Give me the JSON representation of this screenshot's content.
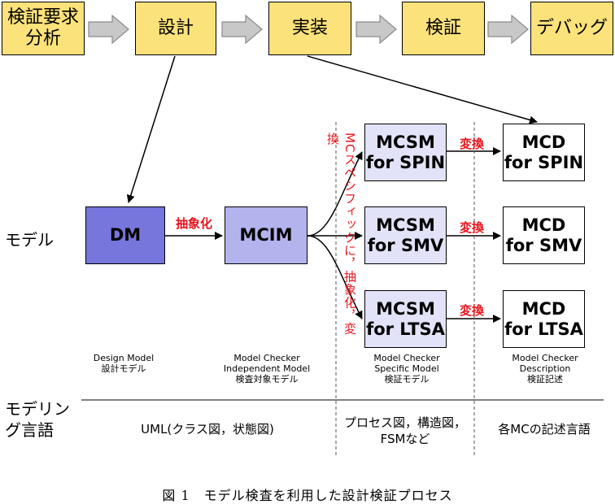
{
  "process": {
    "steps": [
      {
        "label": "検証要求\n分析"
      },
      {
        "label": "設計"
      },
      {
        "label": "実装"
      },
      {
        "label": "検証"
      },
      {
        "label": "デバッグ"
      }
    ]
  },
  "models": {
    "dm": "DM",
    "mcim": "MCIM",
    "mcsm": [
      "MCSM\nfor SPIN",
      "MCSM\nfor SMV",
      "MCSM\nfor LTSA"
    ],
    "mcd": [
      "MCD\nfor SPIN",
      "MCD\nfor SMV",
      "MCD\nfor LTSA"
    ]
  },
  "edge_labels": {
    "abstraction": "抽象化",
    "mc_specific": "MCスペシフィックに，抽象化，変換",
    "transform": "変換"
  },
  "side_labels": {
    "model": "モデル",
    "modeling_language": "モデリン\nグ言語"
  },
  "captions": {
    "dm": "Design Model\n設計モデル",
    "mcim": "Model Checker\nIndependent Model\n検査対象モデル",
    "mcsm": "Model Checker\nSpecific Model\n検証モデル",
    "mcd": "Model Checker\nDescription\n検証記述"
  },
  "languages": {
    "uml": "UML(クラス図，状態図)",
    "process": "プロセス図，構造図，\nFSMなど",
    "mc": "各MCの記述言語"
  },
  "figure_caption": "図 1　モデル検査を利用した設計検証プロセス",
  "colors": {
    "process_fill": "#fbe27a",
    "dm_fill": "#7676dc",
    "mcim_fill": "#b3b3ee",
    "mcsm_fill": "#e2e2f8",
    "accent_red": "#e8141c"
  }
}
